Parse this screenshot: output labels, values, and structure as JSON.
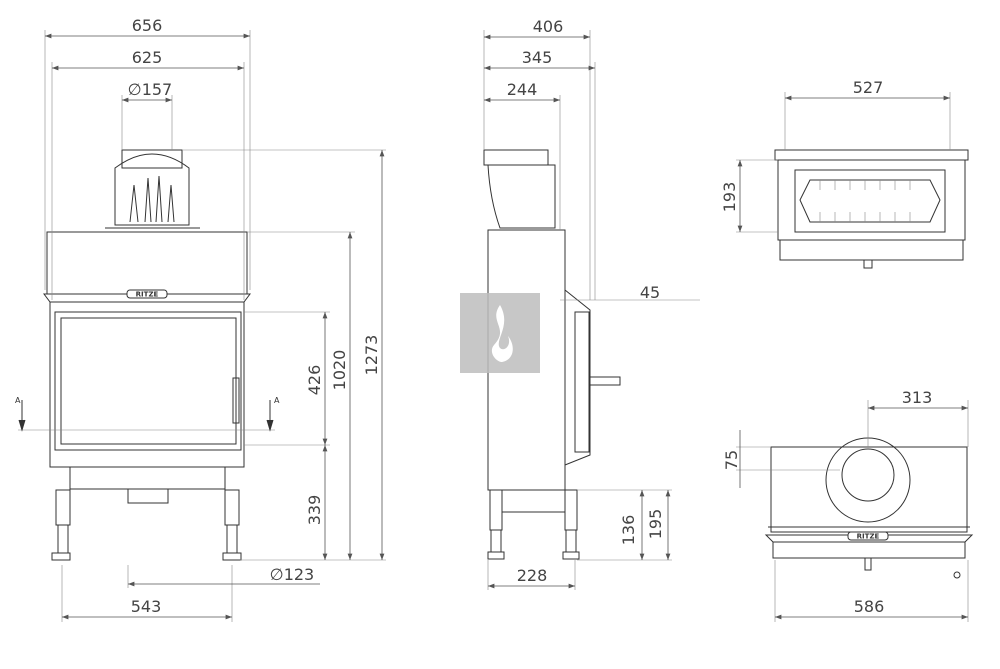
{
  "drawing": {
    "brand_plate": "RITZE",
    "section_marker": "A",
    "front_view": {
      "overall_width": "656",
      "inner_width": "625",
      "flue_diameter": "∅157",
      "total_height": "1273",
      "body_height": "1020",
      "glass_height": "426",
      "bottom_height": "339",
      "leg_diameter": "∅123",
      "leg_spacing": "543"
    },
    "side_view": {
      "overall_depth": "406",
      "depth_to_door": "345",
      "flue_offset": "244",
      "door_projection": "45",
      "leg_depth": "228",
      "leg_height": "136",
      "base_height": "195"
    },
    "section_view": {
      "width": "527",
      "depth": "193"
    },
    "top_view": {
      "flue_offset": "313",
      "flue_from_back": "75",
      "width": "586"
    }
  }
}
